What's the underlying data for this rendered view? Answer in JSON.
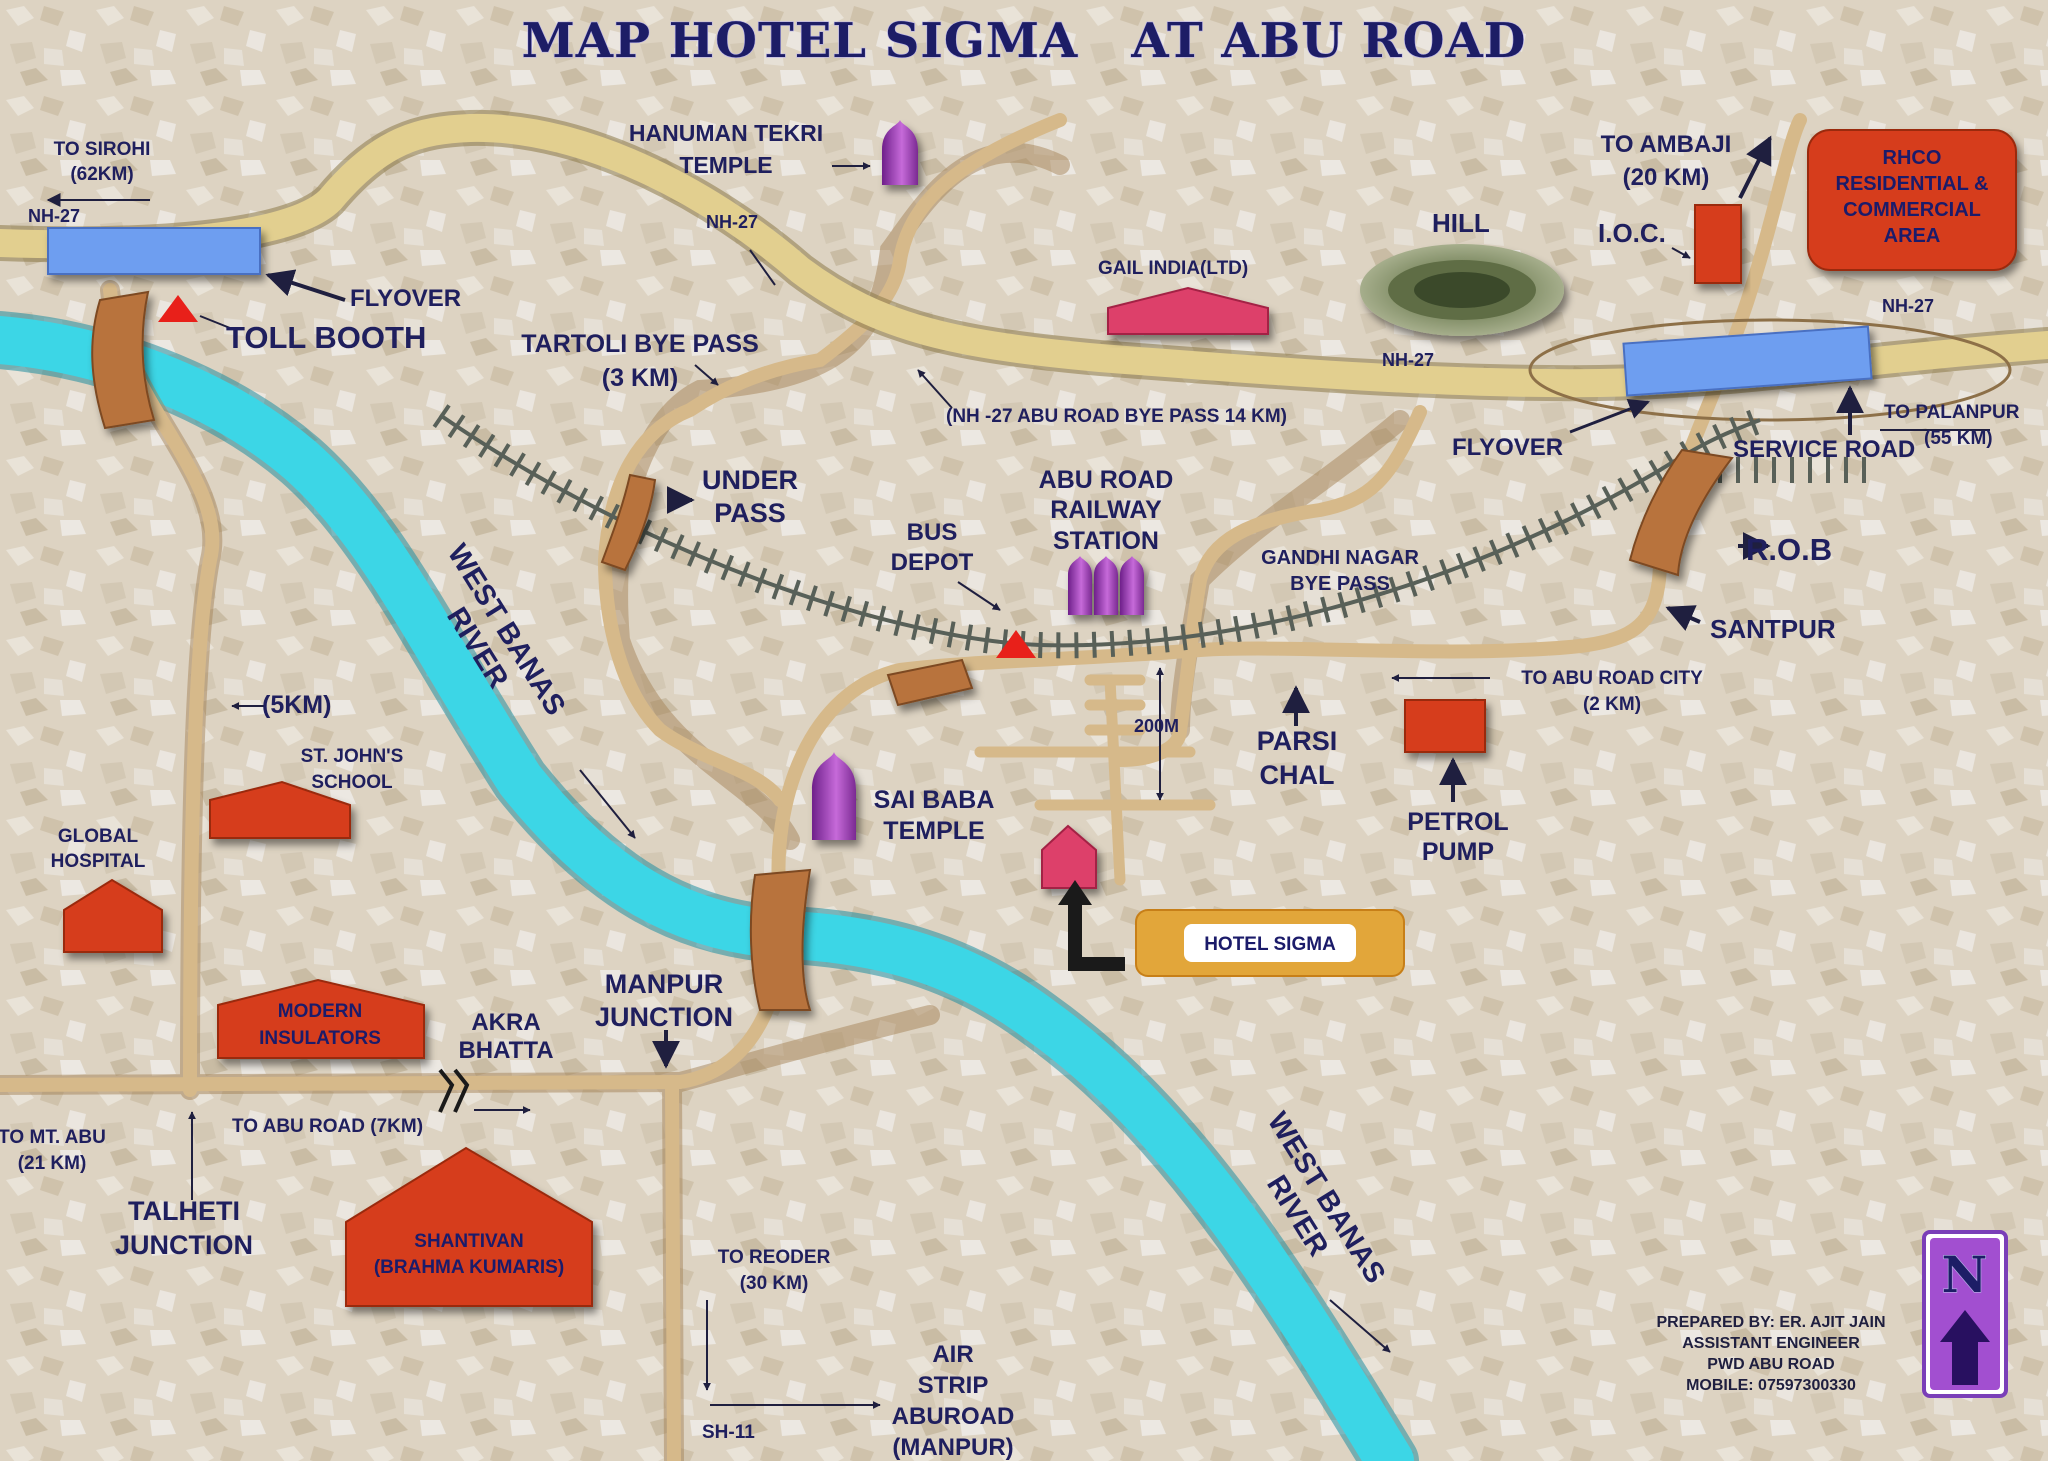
{
  "title": "MAP HOTEL SIGMA   AT ABU ROAD",
  "colors": {
    "background": "#ddd3c2",
    "road": "#d6b98a",
    "highway": "#e2cf8f",
    "river": "#3cd6e6",
    "flyover": "#6e9ef0",
    "bridge": "#b8733e",
    "building": "#d63c1a",
    "temple": "#a23fb8",
    "label": "#1f1f5e"
  },
  "labels": {
    "to_sirohi": [
      "TO SIROHI",
      "(62KM)"
    ],
    "nh27_w": "NH-27",
    "flyover_w": "FLYOVER",
    "toll_booth": "TOLL BOOTH",
    "hanuman": [
      "HANUMAN TEKRI",
      "TEMPLE"
    ],
    "nh27_top": "NH-27",
    "gail": "GAIL INDIA(LTD)",
    "hill": "HILL",
    "to_ambaji": [
      "TO AMBAJI",
      "(20 KM)"
    ],
    "ioc": "I.O.C.",
    "rhco": [
      "RHCO",
      "RESIDENTIAL &",
      "COMMERCIAL",
      "AREA"
    ],
    "nh27_e": "NH-27",
    "nh27_mid": "NH-27",
    "tartoli": [
      "TARTOLI BYE PASS",
      "(3 KM)"
    ],
    "bye_pass": "(NH -27 ABU ROAD BYE PASS 14 KM)",
    "flyover_e": "FLYOVER",
    "service_road": "SERVICE ROAD",
    "to_palanpur": [
      "TO PALANPUR",
      "(55 KM)"
    ],
    "under_pass": [
      "UNDER",
      "PASS"
    ],
    "railway_station": [
      "ABU ROAD",
      "RAILWAY",
      "STATION"
    ],
    "bus_depot": [
      "BUS",
      "DEPOT"
    ],
    "gandhi_nagar": [
      "GANDHI NAGAR",
      "BYE PASS"
    ],
    "rob": "R.O.B",
    "santpur": "SANTPUR",
    "to_abu_city": [
      "TO ABU ROAD CITY",
      "(2 KM)"
    ],
    "west_banas_1": [
      "WEST BANAS",
      "RIVER"
    ],
    "five_km": "(5KM)",
    "st_johns": [
      "ST. JOHN'S",
      "SCHOOL"
    ],
    "two_hundred": "200M",
    "parsi_chal": [
      "PARSI",
      "CHAL"
    ],
    "petrol_pump": [
      "PETROL",
      "PUMP"
    ],
    "global_hospital": [
      "GLOBAL",
      "HOSPITAL"
    ],
    "sai_baba": [
      "SAI BABA",
      "TEMPLE"
    ],
    "hotel_sigma": "HOTEL SIGMA",
    "modern_insulators": [
      "MODERN",
      "INSULATORS"
    ],
    "akra_bhatta": [
      "AKRA",
      "BHATTA"
    ],
    "manpur": [
      "MANPUR",
      "JUNCTION"
    ],
    "to_mt_abu": [
      "TO MT. ABU",
      "(21 KM)"
    ],
    "to_abu_road_7": "TO ABU ROAD (7KM)",
    "talheti": [
      "TALHETI",
      "JUNCTION"
    ],
    "shantivan": [
      "SHANTIVAN",
      "(BRAHMA KUMARIS)"
    ],
    "to_reoder": [
      "TO REODER",
      "(30 KM)"
    ],
    "air_strip": [
      "AIR",
      "STRIP",
      "ABUROAD",
      "(MANPUR)"
    ],
    "sh11": "SH-11",
    "west_banas_2": [
      "WEST BANAS",
      "RIVER"
    ],
    "credits": [
      "PREPARED BY: ER. AJIT JAIN",
      "ASSISTANT ENGINEER",
      "PWD ABU ROAD",
      "MOBILE: 07597300330"
    ],
    "north": "N"
  }
}
